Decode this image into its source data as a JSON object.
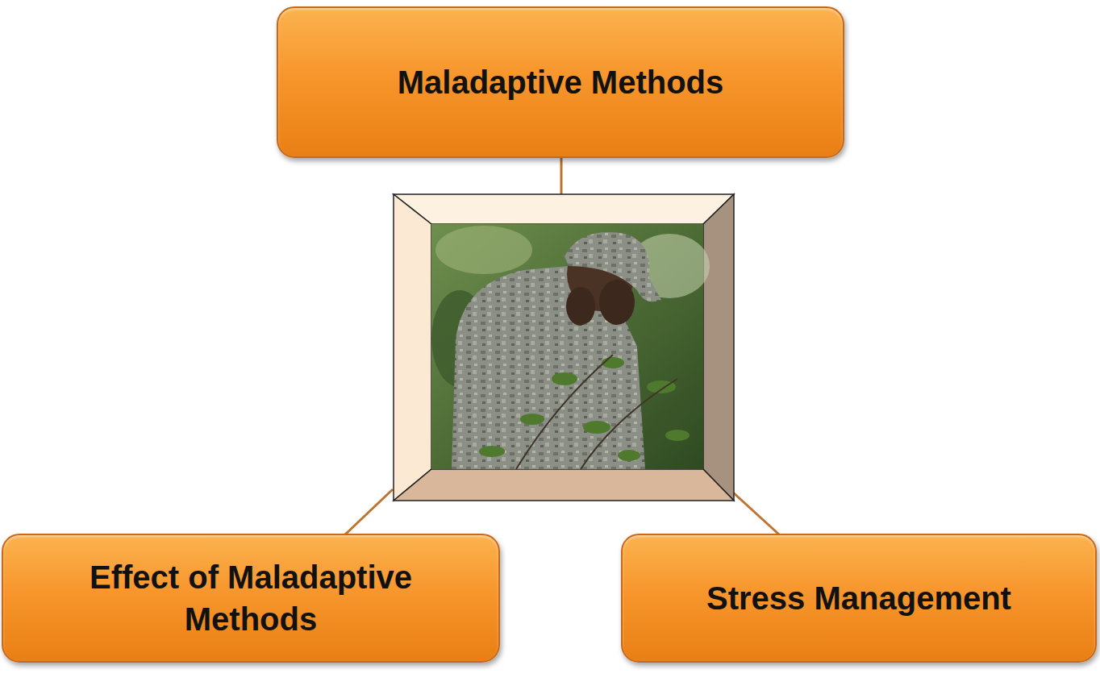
{
  "diagram": {
    "nodes": [
      {
        "text": [
          "Maladaptive Methods"
        ]
      },
      {
        "text": [
          "Effect of Maladaptive Methods"
        ]
      },
      {
        "text": [
          "Stress Management"
        ]
      }
    ]
  }
}
